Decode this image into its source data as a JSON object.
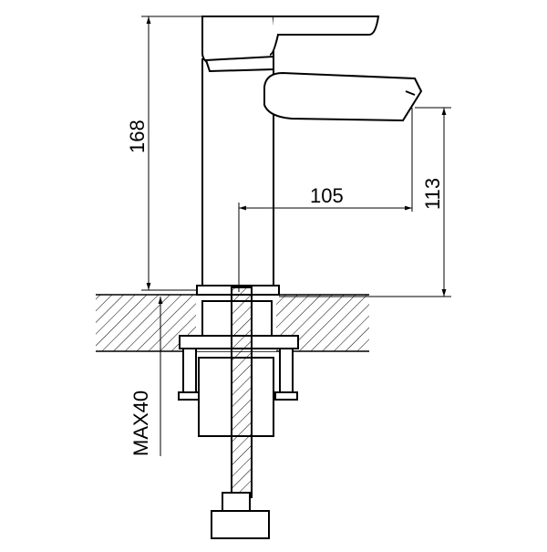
{
  "drawing": {
    "dimensions": {
      "total_height": "168",
      "spout_reach": "105",
      "spout_height": "113",
      "max_counter_thickness": "MAX40"
    },
    "colors": {
      "line": "#000000",
      "background": "#ffffff"
    }
  }
}
